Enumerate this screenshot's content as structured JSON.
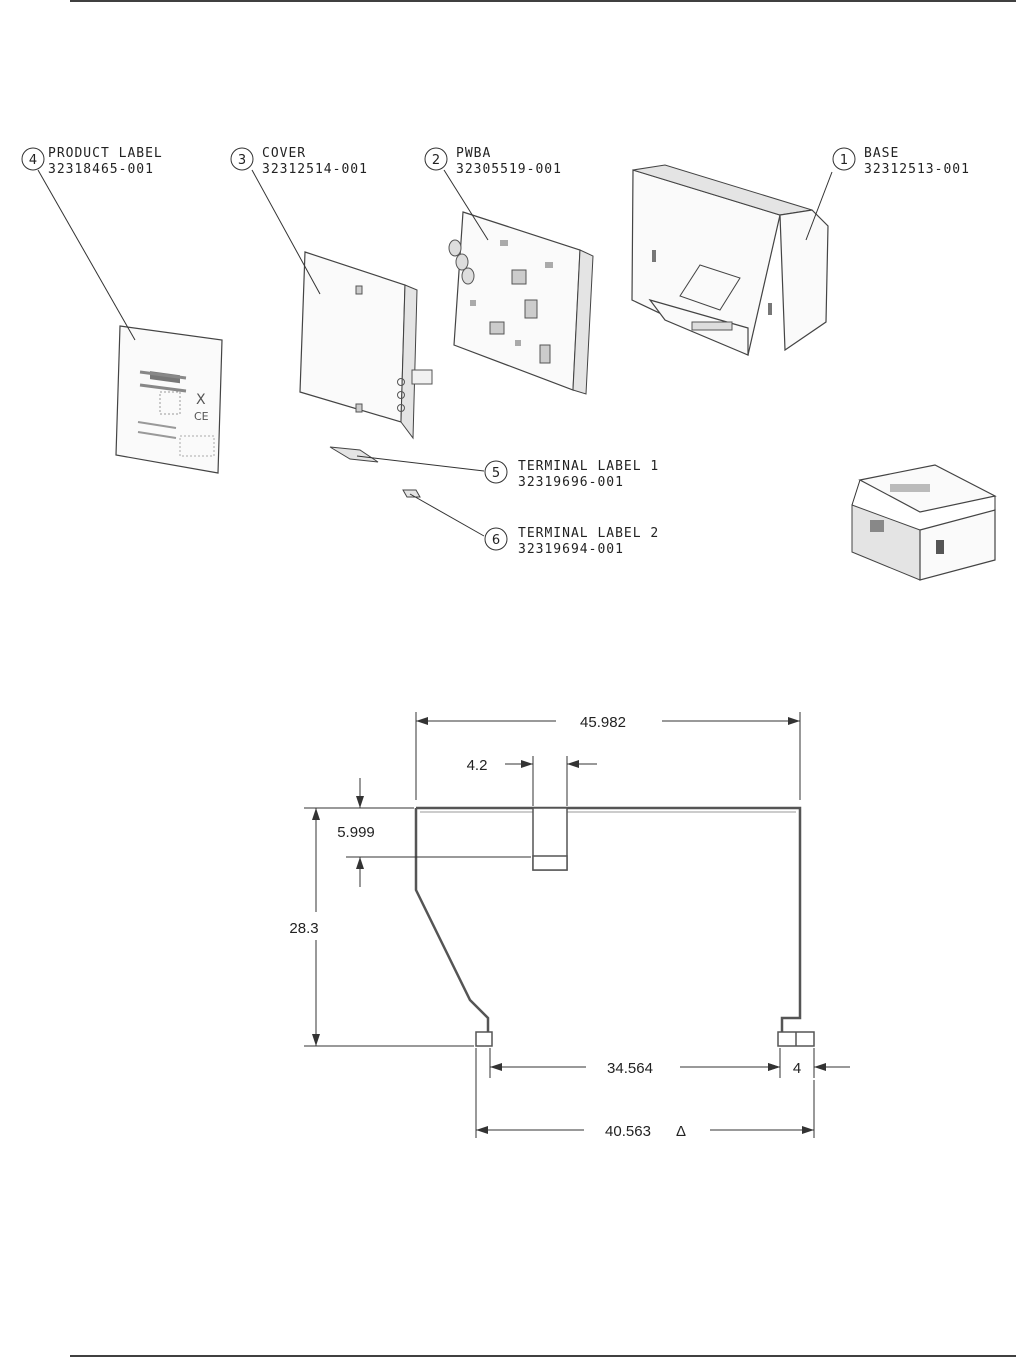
{
  "callouts": [
    {
      "num": "1",
      "name": "BASE",
      "part": "32312513-001"
    },
    {
      "num": "2",
      "name": "PWBA",
      "part": "32305519-001"
    },
    {
      "num": "3",
      "name": "COVER",
      "part": "32312514-001"
    },
    {
      "num": "4",
      "name": "PRODUCT LABEL",
      "part": "32318465-001"
    },
    {
      "num": "5",
      "name": "TERMINAL LABEL 1",
      "part": "32319696-001"
    },
    {
      "num": "6",
      "name": "TERMINAL LABEL 2",
      "part": "32319694-001"
    }
  ],
  "dimensions": {
    "overall_width": "45.982",
    "slot_width": "4.2",
    "slot_depth": "5.999",
    "height": "28.3",
    "inner_span": "34.564",
    "foot_width": "4",
    "base_span": "40.563",
    "delta_symbol": "Δ"
  },
  "colors": {
    "line": "#333333",
    "background": "#ffffff"
  }
}
